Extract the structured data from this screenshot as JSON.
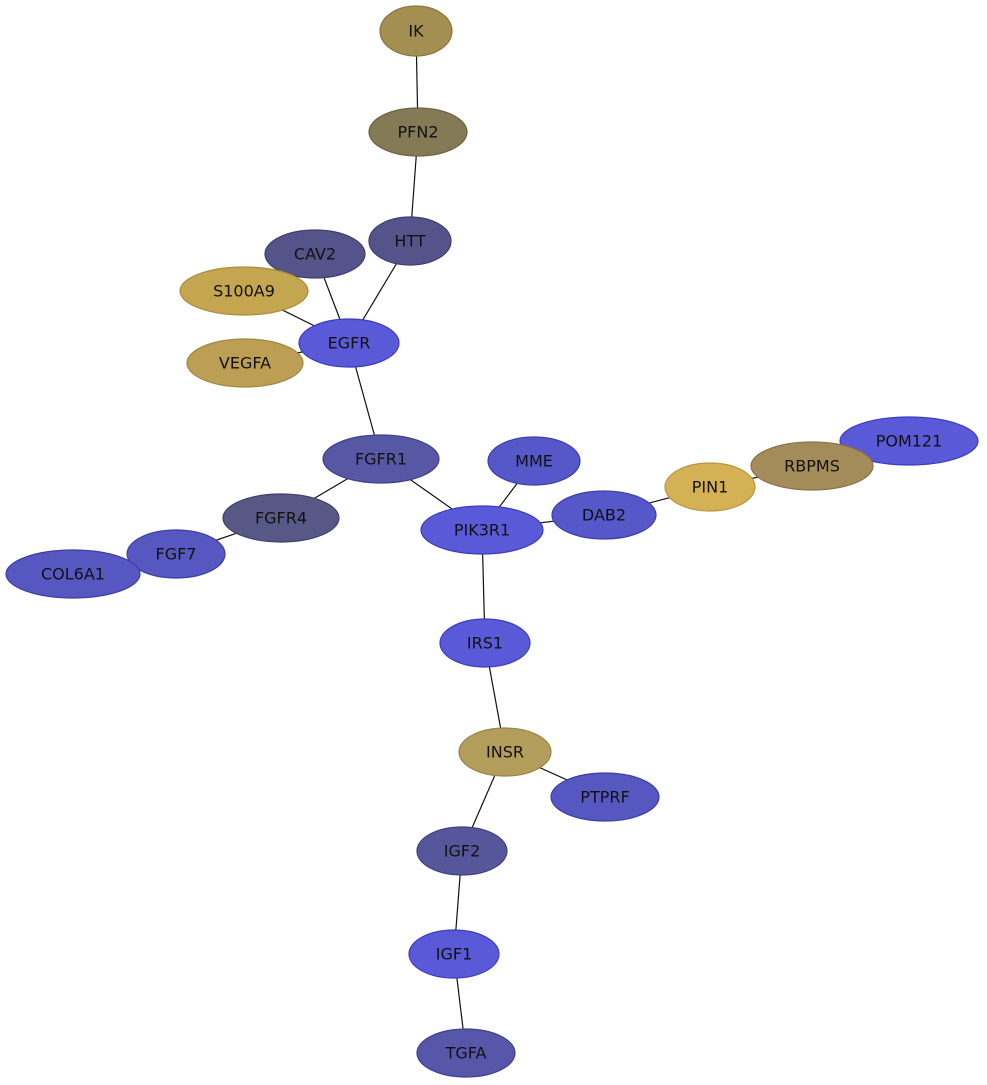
{
  "nodes": [
    {
      "id": "IK",
      "label": "IK",
      "color": "#a48f52",
      "stroke": "#8a7740"
    },
    {
      "id": "PFN2",
      "label": "PFN2",
      "color": "#857a56",
      "stroke": "#6c6240"
    },
    {
      "id": "HTT",
      "label": "HTT",
      "color": "#55548a",
      "stroke": "#3f3e70"
    },
    {
      "id": "CAV2",
      "label": "CAV2",
      "color": "#55548a",
      "stroke": "#3f3e70"
    },
    {
      "id": "S100A9",
      "label": "S100A9",
      "color": "#c4a650",
      "stroke": "#a98d3a"
    },
    {
      "id": "EGFR",
      "label": "EGFR",
      "color": "#5a5ad8",
      "stroke": "#3b3bc0"
    },
    {
      "id": "VEGFA",
      "label": "VEGFA",
      "color": "#bc9f55",
      "stroke": "#a0863f"
    },
    {
      "id": "FGFR1",
      "label": "FGFR1",
      "color": "#5657a5",
      "stroke": "#3f408a"
    },
    {
      "id": "MME",
      "label": "MME",
      "color": "#5657c8",
      "stroke": "#3d3eaa"
    },
    {
      "id": "FGFR4",
      "label": "FGFR4",
      "color": "#575885",
      "stroke": "#41426b"
    },
    {
      "id": "PIK3R1",
      "label": "PIK3R1",
      "color": "#5a5ad8",
      "stroke": "#3b3bc0"
    },
    {
      "id": "DAB2",
      "label": "DAB2",
      "color": "#5657c8",
      "stroke": "#3d3eaa"
    },
    {
      "id": "PIN1",
      "label": "PIN1",
      "color": "#d4b155",
      "stroke": "#b8963c"
    },
    {
      "id": "POM121",
      "label": "POM121",
      "color": "#5a5ad8",
      "stroke": "#3b3bc0"
    },
    {
      "id": "RBPMS",
      "label": "RBPMS",
      "color": "#a48c5a",
      "stroke": "#897244"
    },
    {
      "id": "FGF7",
      "label": "FGF7",
      "color": "#5657c0",
      "stroke": "#3d3ea5"
    },
    {
      "id": "COL6A1",
      "label": "COL6A1",
      "color": "#5657c0",
      "stroke": "#3d3ea5"
    },
    {
      "id": "IRS1",
      "label": "IRS1",
      "color": "#5a5ad8",
      "stroke": "#3b3bc0"
    },
    {
      "id": "INSR",
      "label": "INSR",
      "color": "#b39d5a",
      "stroke": "#998345"
    },
    {
      "id": "PTPRF",
      "label": "PTPRF",
      "color": "#5657c0",
      "stroke": "#3d3ea5"
    },
    {
      "id": "IGF2",
      "label": "IGF2",
      "color": "#55579a",
      "stroke": "#3e4080"
    },
    {
      "id": "IGF1",
      "label": "IGF1",
      "color": "#5a5ad8",
      "stroke": "#3b3bc0"
    },
    {
      "id": "TGFA",
      "label": "TGFA",
      "color": "#5657a8",
      "stroke": "#3f408e"
    }
  ],
  "edges": [
    [
      "IK",
      "PFN2"
    ],
    [
      "PFN2",
      "HTT"
    ],
    [
      "HTT",
      "EGFR"
    ],
    [
      "CAV2",
      "EGFR"
    ],
    [
      "S100A9",
      "EGFR"
    ],
    [
      "VEGFA",
      "EGFR"
    ],
    [
      "EGFR",
      "FGFR1"
    ],
    [
      "FGFR1",
      "FGFR4"
    ],
    [
      "FGFR1",
      "PIK3R1"
    ],
    [
      "MME",
      "PIK3R1"
    ],
    [
      "FGFR4",
      "FGF7"
    ],
    [
      "FGF7",
      "COL6A1"
    ],
    [
      "PIK3R1",
      "DAB2"
    ],
    [
      "DAB2",
      "PIN1"
    ],
    [
      "PIN1",
      "RBPMS"
    ],
    [
      "RBPMS",
      "POM121"
    ],
    [
      "PIK3R1",
      "IRS1"
    ],
    [
      "IRS1",
      "INSR"
    ],
    [
      "INSR",
      "PTPRF"
    ],
    [
      "INSR",
      "IGF2"
    ],
    [
      "IGF2",
      "IGF1"
    ],
    [
      "IGF1",
      "TGFA"
    ]
  ]
}
